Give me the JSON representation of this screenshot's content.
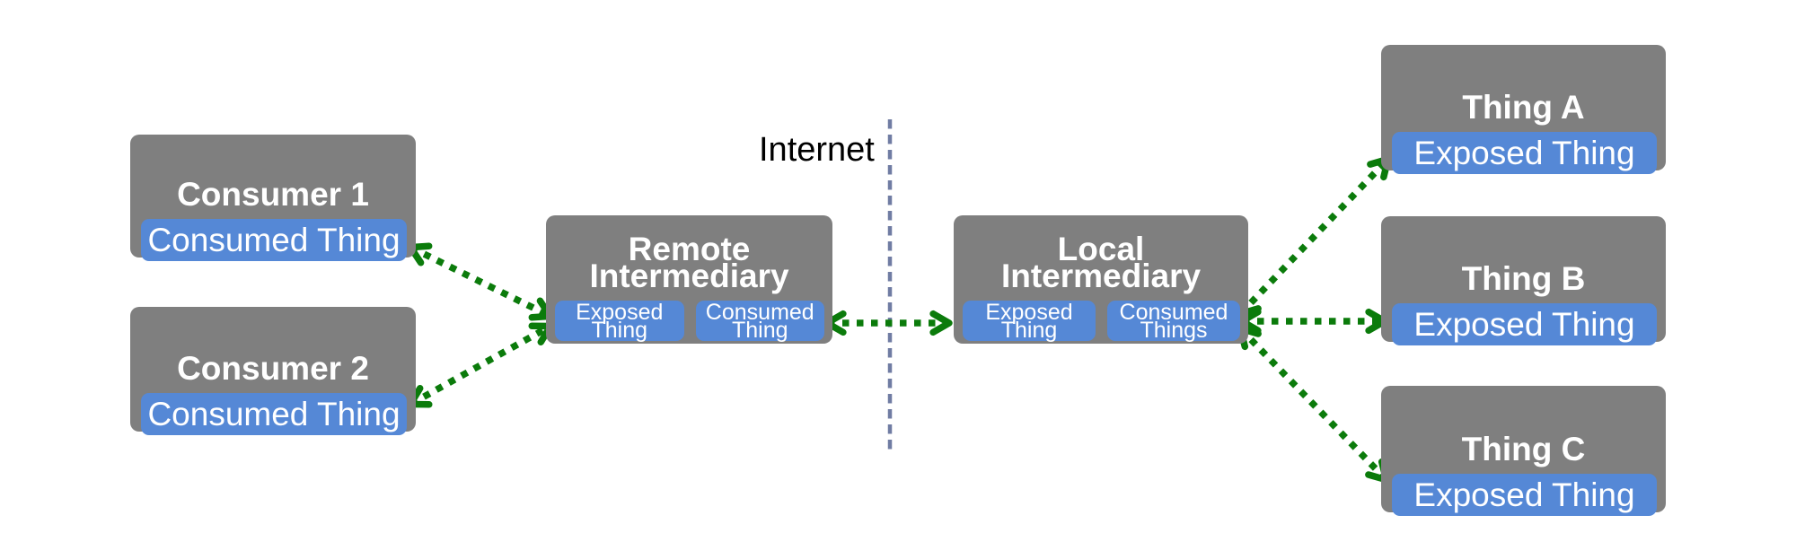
{
  "colors": {
    "node_gray": "#7f7f7f",
    "accent_blue": "#5588d6",
    "arrow_green": "#0b7b0b",
    "divider": "#707ca3",
    "node_text": "#ffffff",
    "label_text": "#000000",
    "background": "#ffffff"
  },
  "internet_label": "Internet",
  "nodes": {
    "consumer1": {
      "title": "Consumer 1",
      "bar": "Consumed Thing"
    },
    "consumer2": {
      "title": "Consumer 2",
      "bar": "Consumed Thing"
    },
    "remote_intermediary": {
      "title": "Remote Intermediary",
      "bar_left": "Exposed Thing",
      "bar_right": "Consumed Thing"
    },
    "local_intermediary": {
      "title": "Local Intermediary",
      "bar_left": "Exposed Thing",
      "bar_right": "Consumed Things"
    },
    "thing_a": {
      "title": "Thing A",
      "bar": "Exposed Thing"
    },
    "thing_b": {
      "title": "Thing B",
      "bar": "Exposed Thing"
    },
    "thing_c": {
      "title": "Thing C",
      "bar": "Exposed Thing"
    }
  },
  "edges": [
    {
      "from": "consumer1.consumed_thing",
      "to": "remote_intermediary.exposed_thing",
      "style": "green-dotted-double-arrow"
    },
    {
      "from": "consumer2.consumed_thing",
      "to": "remote_intermediary.exposed_thing",
      "style": "green-dotted-double-arrow"
    },
    {
      "from": "remote_intermediary.consumed_thing",
      "to": "local_intermediary.exposed_thing",
      "style": "green-dotted-double-arrow",
      "crosses": "internet-divider"
    },
    {
      "from": "local_intermediary.consumed_things",
      "to": "thing_a.exposed_thing",
      "style": "green-dotted-double-arrow"
    },
    {
      "from": "local_intermediary.consumed_things",
      "to": "thing_b.exposed_thing",
      "style": "green-dotted-double-arrow"
    },
    {
      "from": "local_intermediary.consumed_things",
      "to": "thing_c.exposed_thing",
      "style": "green-dotted-double-arrow"
    }
  ]
}
